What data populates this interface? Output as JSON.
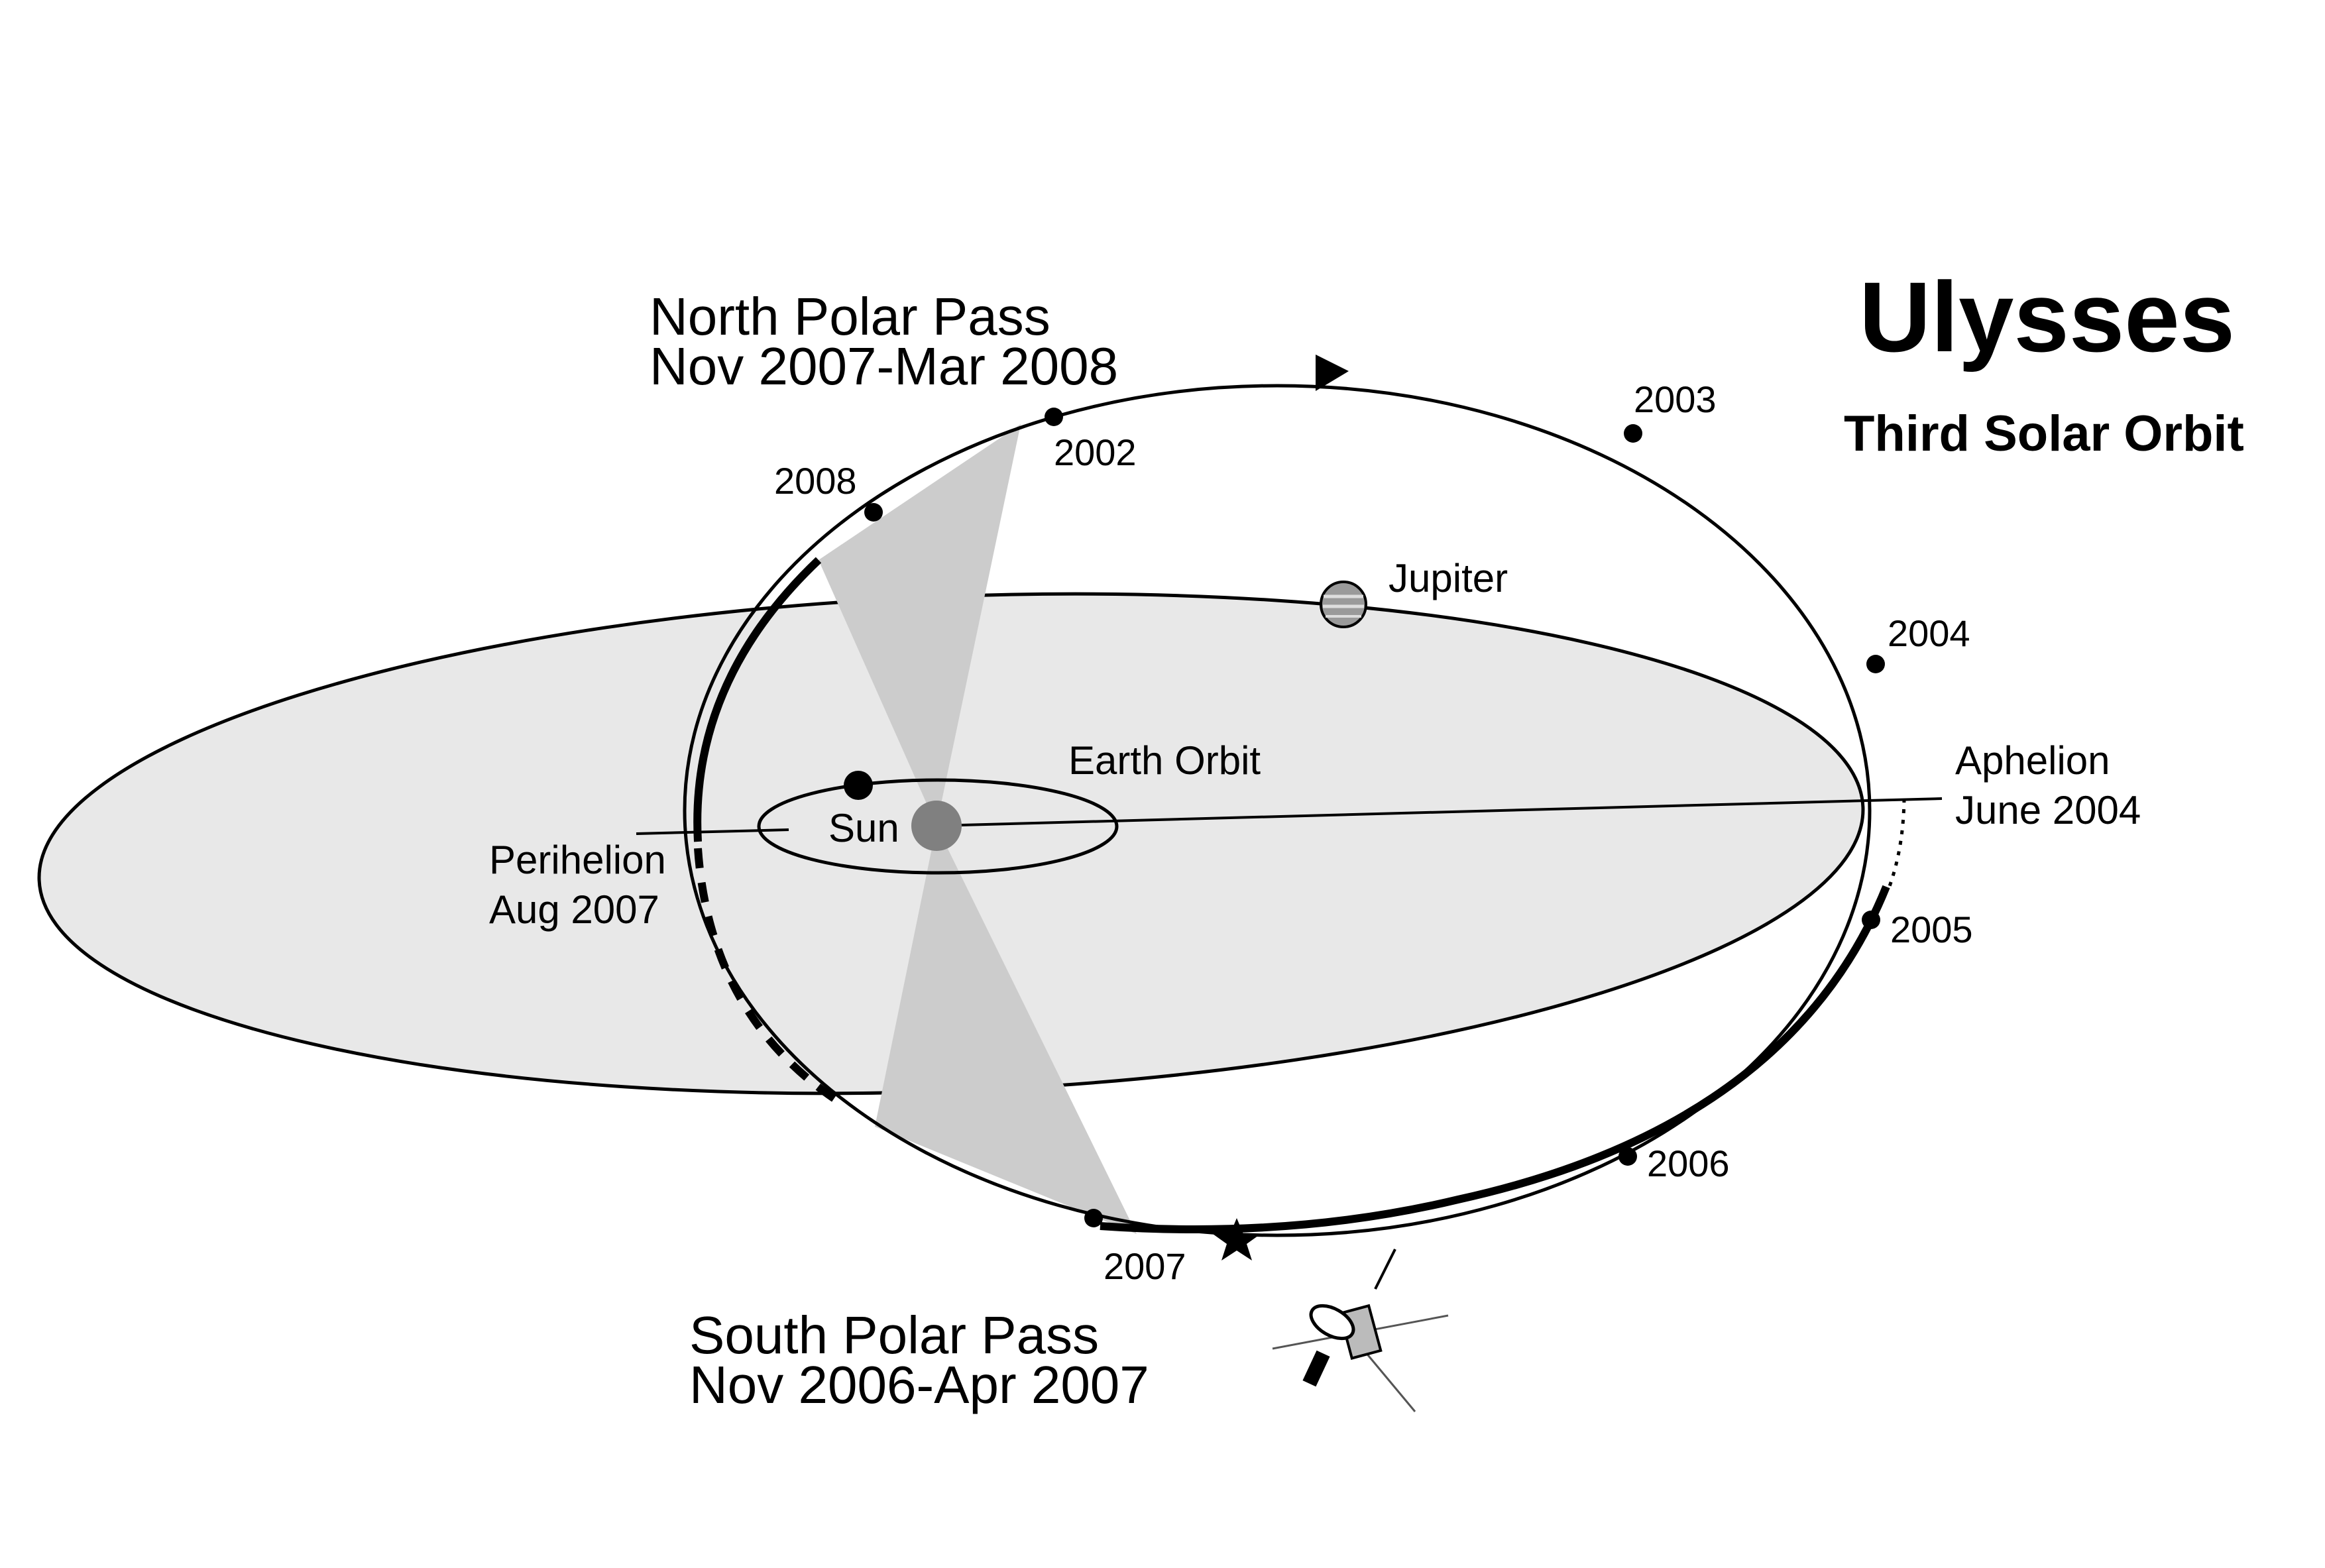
{
  "title": "Ulysses",
  "subtitle": "Third Solar Orbit",
  "north_pass": {
    "line1": "North Polar Pass",
    "line2": "Nov 2007-Mar 2008"
  },
  "south_pass": {
    "line1": "South Polar Pass",
    "line2": "Nov 2006-Apr 2007"
  },
  "labels": {
    "jupiter": "Jupiter",
    "earth_orbit": "Earth Orbit",
    "sun": "Sun",
    "perihelion_1": "Perihelion",
    "perihelion_2": "Aug 2007",
    "aphelion_1": "Aphelion",
    "aphelion_2": "June 2004"
  },
  "years": [
    "2002",
    "2003",
    "2004",
    "2005",
    "2006",
    "2007",
    "2008"
  ],
  "colors": {
    "ecliptic_fill": "#e8e8e8",
    "cone_fill": "#cccccc",
    "sun": "#808080",
    "jupiter": "#9a9a9a",
    "line": "#000000"
  },
  "icons": [
    "star-icon",
    "spacecraft-icon",
    "direction-arrow-icon"
  ]
}
